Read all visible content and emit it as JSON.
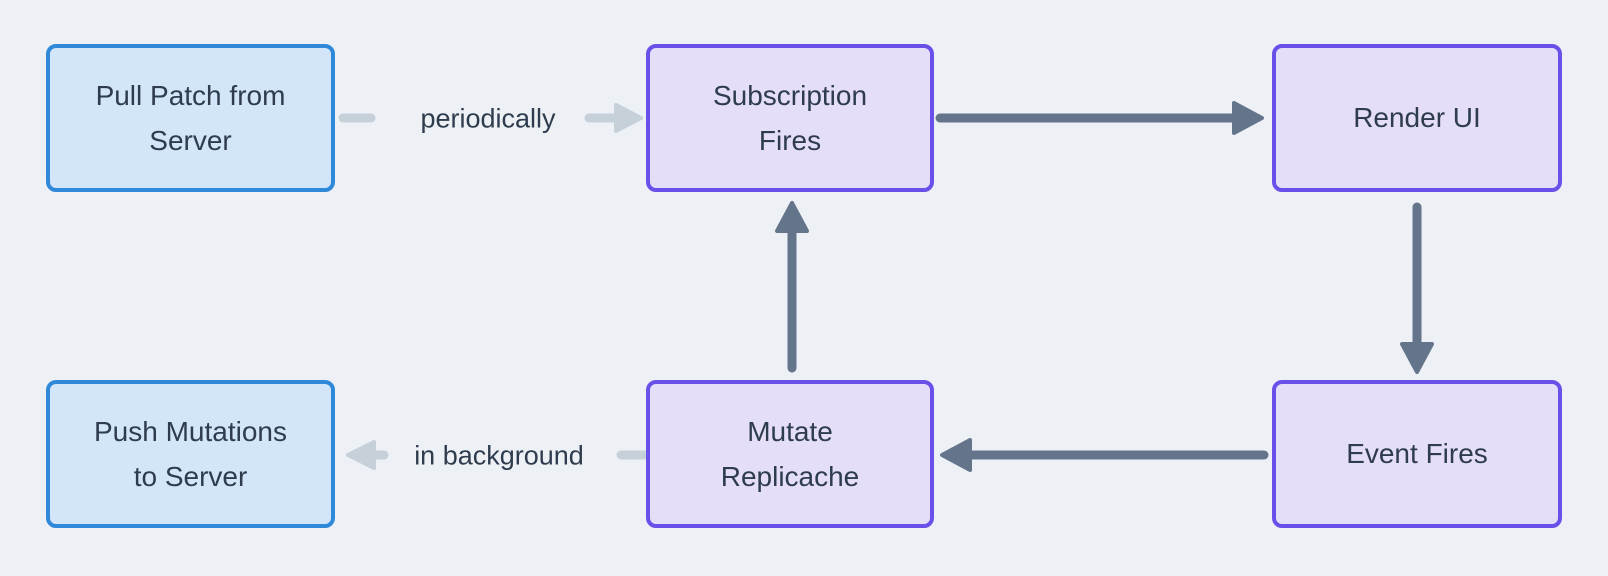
{
  "diagram": {
    "title": "replicache data flow diagram",
    "nodes": {
      "pull_patch": {
        "label": "Pull Patch from Server",
        "style": "blue"
      },
      "subscription_fires": {
        "label": "Subscription Fires",
        "style": "purple"
      },
      "render_ui": {
        "label": "Render UI",
        "style": "purple"
      },
      "push_mutations": {
        "label": "Push Mutations to Server",
        "style": "blue"
      },
      "mutate_replicache": {
        "label": "Mutate Replicache",
        "style": "purple"
      },
      "event_fires": {
        "label": "Event Fires",
        "style": "purple"
      }
    },
    "edges": [
      {
        "from": "pull_patch",
        "to": "subscription_fires",
        "label": "periodically",
        "style": "light"
      },
      {
        "from": "subscription_fires",
        "to": "render_ui",
        "label": "",
        "style": "dark"
      },
      {
        "from": "render_ui",
        "to": "event_fires",
        "label": "",
        "style": "dark"
      },
      {
        "from": "event_fires",
        "to": "mutate_replicache",
        "label": "",
        "style": "dark"
      },
      {
        "from": "mutate_replicache",
        "to": "subscription_fires",
        "label": "",
        "style": "dark"
      },
      {
        "from": "mutate_replicache",
        "to": "push_mutations",
        "label": "in background",
        "style": "light"
      }
    ],
    "edge_labels": {
      "periodically": "periodically",
      "in_background": "in background"
    },
    "colors": {
      "background": "#edf1f5",
      "blue_node_fill": "#d3e5f8",
      "blue_node_border": "#2f88d8",
      "purple_node_fill": "#e4def9",
      "purple_node_border": "#6950e8",
      "dark_arrow": "#64748b",
      "light_arrow": "#c6d0d9",
      "text": "#2e3c4e"
    }
  }
}
